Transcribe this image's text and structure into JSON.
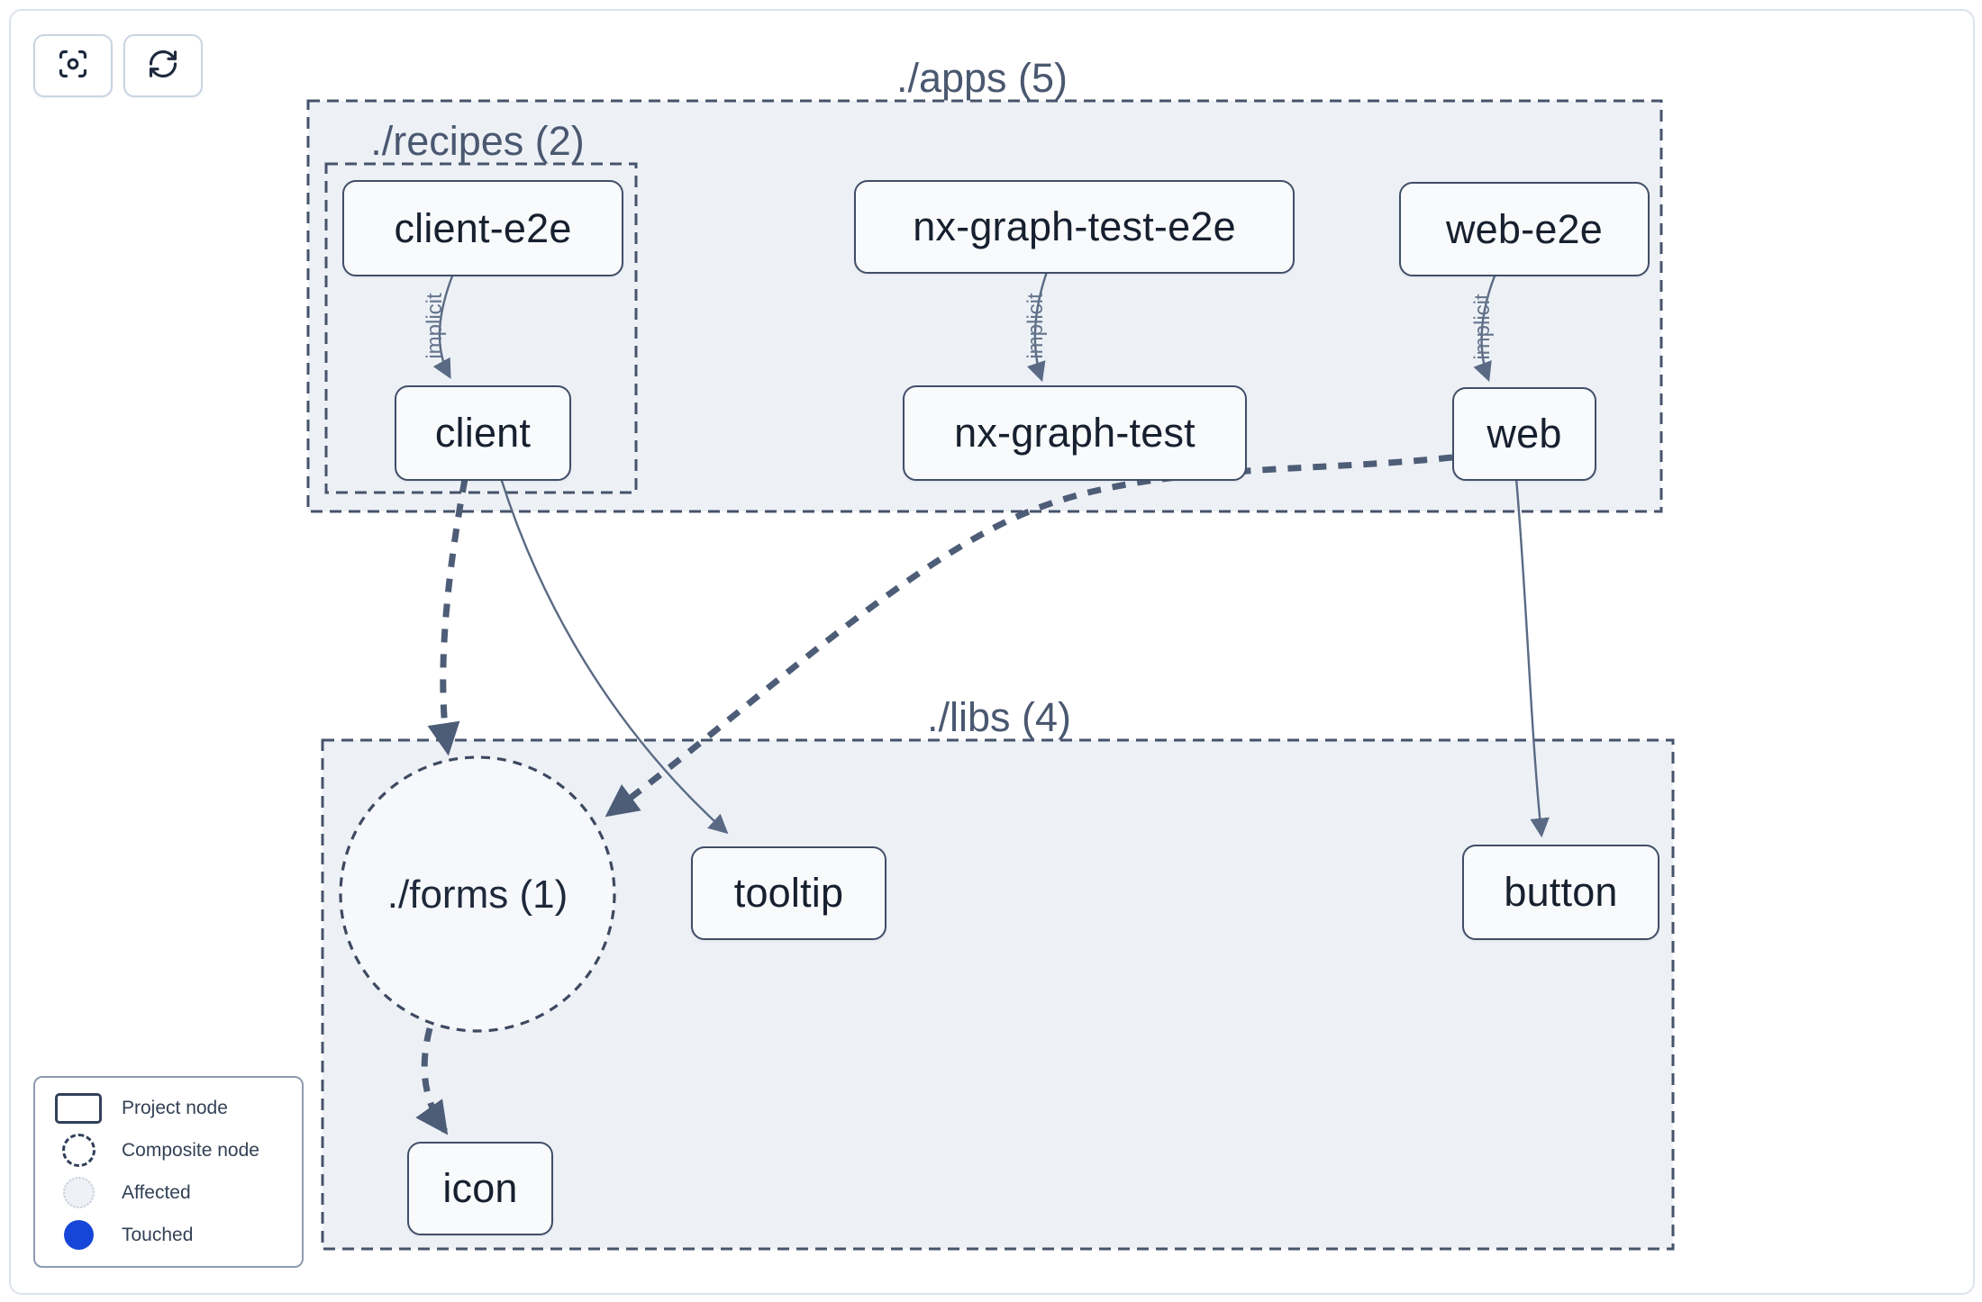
{
  "toolbar": {
    "focus_button": {
      "icon": "focus-icon"
    },
    "refresh_button": {
      "icon": "refresh-icon"
    }
  },
  "groups": {
    "apps": {
      "label": "./apps (5)"
    },
    "recipes": {
      "label": "./recipes (2)"
    },
    "libs": {
      "label": "./libs (4)"
    },
    "forms": {
      "label": "./forms (1)",
      "type": "composite"
    }
  },
  "nodes": {
    "client_e2e": {
      "label": "client-e2e"
    },
    "nx_graph_test_e2e": {
      "label": "nx-graph-test-e2e"
    },
    "web_e2e": {
      "label": "web-e2e"
    },
    "client": {
      "label": "client"
    },
    "nx_graph_test": {
      "label": "nx-graph-test"
    },
    "web": {
      "label": "web"
    },
    "tooltip": {
      "label": "tooltip"
    },
    "button": {
      "label": "button"
    },
    "icon": {
      "label": "icon"
    }
  },
  "edges": [
    {
      "from": "client-e2e",
      "to": "client",
      "label": "implicit",
      "style": "thin-curve"
    },
    {
      "from": "nx-graph-test-e2e",
      "to": "nx-graph-test",
      "label": "implicit",
      "style": "thin-curve"
    },
    {
      "from": "web-e2e",
      "to": "web",
      "label": "implicit",
      "style": "thin-curve"
    },
    {
      "from": "client",
      "to": "./forms (1)",
      "style": "thick-dashed"
    },
    {
      "from": "client",
      "to": "tooltip",
      "style": "thin-curve"
    },
    {
      "from": "web",
      "to": "./forms (1)",
      "style": "thick-dashed"
    },
    {
      "from": "web",
      "to": "button",
      "style": "thin-curve"
    },
    {
      "from": "./forms (1)",
      "to": "icon",
      "style": "thick-dashed"
    }
  ],
  "legend": {
    "items": [
      {
        "label": "Project node",
        "swatch": "project-rect"
      },
      {
        "label": "Composite node",
        "swatch": "composite-dashed-circle"
      },
      {
        "label": "Affected",
        "swatch": "affected-light-circle"
      },
      {
        "label": "Touched",
        "swatch": "touched-blue-circle"
      }
    ]
  },
  "colors": {
    "touched_blue": "#1546d8",
    "group_fill": "#edf1f6",
    "edge_slate": "#5a6a84"
  }
}
